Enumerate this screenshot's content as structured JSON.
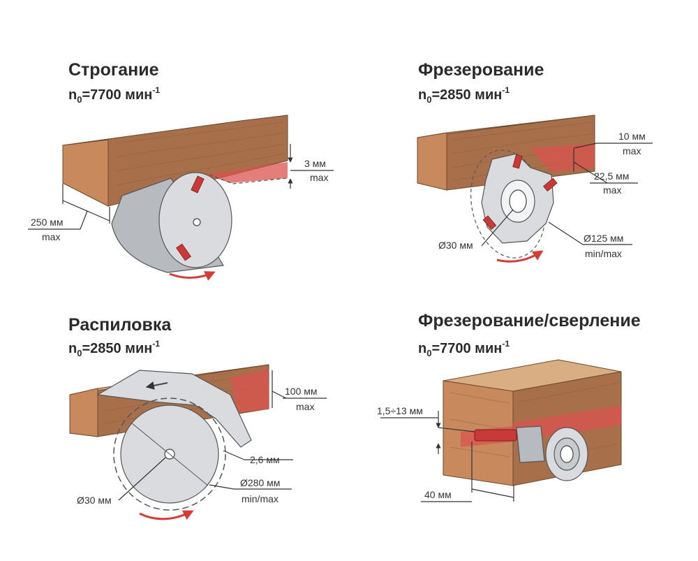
{
  "panels": {
    "planing": {
      "title": "Строгание",
      "speed": {
        "base": "n",
        "sub": "0",
        "value": "=7700 мин",
        "sup": "-1"
      },
      "dims": {
        "depth_value": "3 мм",
        "depth_qual": "max",
        "width_value": "250 мм",
        "width_qual": "max"
      }
    },
    "milling": {
      "title": "Фрезерование",
      "speed": {
        "base": "n",
        "sub": "0",
        "value": "=2850 мин",
        "sup": "-1"
      },
      "dims": {
        "depth_value": "10 мм",
        "depth_qual": "max",
        "height_value": "22,5 мм",
        "height_qual": "max",
        "bore": "Ø30 мм",
        "diameter_value": "Ø125 мм",
        "diameter_qual": "min/max"
      }
    },
    "sawing": {
      "title": "Распиловка",
      "speed": {
        "base": "n",
        "sub": "0",
        "value": "=2850 мин",
        "sup": "-1"
      },
      "dims": {
        "height_value": "100 мм",
        "height_qual": "max",
        "kerf": "2,6 мм",
        "diameter_value": "Ø280 мм",
        "diameter_qual": "min/max",
        "bore": "Ø30 мм"
      }
    },
    "drilling": {
      "title": "Фрезерование/сверление",
      "speed": {
        "base": "n",
        "sub": "0",
        "value": "=7700 мин",
        "sup": "-1"
      },
      "dims": {
        "range": "1,5÷13 мм",
        "depth": "40 мм"
      }
    }
  }
}
